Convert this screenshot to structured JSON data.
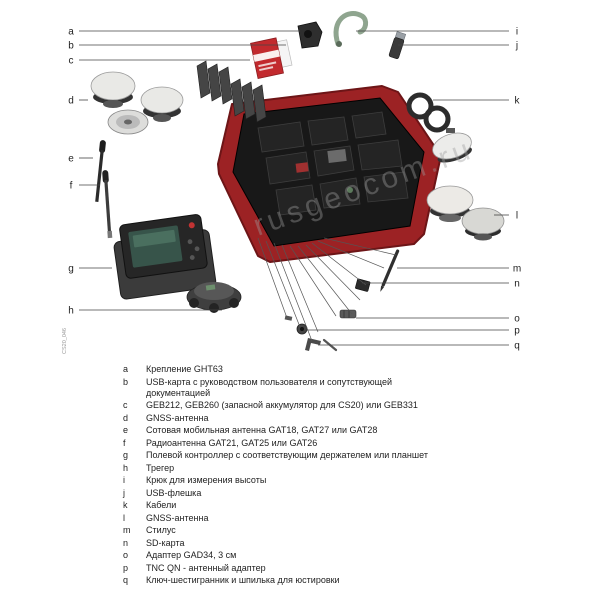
{
  "figure": {
    "watermark": "rusgeocom.ru",
    "figure_code": "CS20_046",
    "callouts": {
      "left": [
        "a",
        "b",
        "c",
        "d",
        "e",
        "f",
        "g",
        "h"
      ],
      "right": [
        "i",
        "j",
        "k",
        "l",
        "m",
        "n",
        "o",
        "p",
        "q"
      ]
    }
  },
  "legend": {
    "items": [
      {
        "letter": "a",
        "text": "Крепление GHT63"
      },
      {
        "letter": "b",
        "text": "USB-карта с руководством пользователя и сопутствующей документацией"
      },
      {
        "letter": "c",
        "text": "GEB212, GEB260 (запасной аккумулятор для CS20) или GEB331"
      },
      {
        "letter": "d",
        "text": "GNSS-антенна"
      },
      {
        "letter": "e",
        "text": "Сотовая мобильная антенна GAT18, GAT27 или GAT28"
      },
      {
        "letter": "f",
        "text": "Радиоантенна GAT21, GAT25 или GAT26"
      },
      {
        "letter": "g",
        "text": "Полевой контроллер с соответствующим держателем или планшет"
      },
      {
        "letter": "h",
        "text": "Трегер"
      },
      {
        "letter": "i",
        "text": "Крюк для измерения высоты"
      },
      {
        "letter": "j",
        "text": "USB-флешка"
      },
      {
        "letter": "k",
        "text": "Кабели"
      },
      {
        "letter": "l",
        "text": "GNSS-антенна"
      },
      {
        "letter": "m",
        "text": "Стилус"
      },
      {
        "letter": "n",
        "text": "SD-карта"
      },
      {
        "letter": "o",
        "text": "Адаптер GAD34, 3 см"
      },
      {
        "letter": "p",
        "text": "TNC QN - антенный адаптер"
      },
      {
        "letter": "q",
        "text": "Ключ-шестигранник и шпилька для юстировки"
      }
    ]
  },
  "colors": {
    "case_red": "#9c2224",
    "case_red_dark": "#6d1517",
    "foam_black": "#181818",
    "watermark_gray": "#9e9e9e",
    "leader_line": "#444444"
  }
}
